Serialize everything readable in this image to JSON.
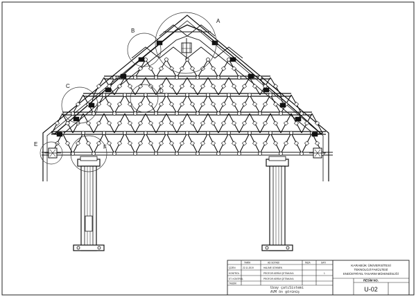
{
  "detail_labels": {
    "a": "A",
    "b": "B",
    "c": "C",
    "d": "D",
    "e": "E",
    "f": "F"
  },
  "title_block": {
    "col_headers": {
      "date": "TARİH",
      "name": "AD SOYADI",
      "signature": "İMZA",
      "scale": "SAYI"
    },
    "rows": [
      {
        "label": "ÇİZEN",
        "date": "22.11.2019",
        "name": "HALİME GÖKMEN"
      },
      {
        "label": "KONTROL",
        "date": "",
        "name": "PROF.DR.KERİM ÇETİNKAYA"
      },
      {
        "label": "ST. KONTROL",
        "date": "",
        "name": "PROF.DR.KERİM ÇETİNKAYA"
      },
      {
        "label": "TASDİK",
        "date": "",
        "name": ""
      }
    ],
    "scale_value": "1",
    "university_lines": [
      "KARABÜK ÜNİVERSİTESİ",
      "TEKNOLOJİ FAKÜLTESİ",
      "ENDÜSTRİYEL TASARIM MÜHENDİSLİĞİ"
    ],
    "drawing_no_label": "RESİM NO.",
    "drawing_no": "U-02",
    "bottom_left_lines": [
      "Uzay çatıSistemi",
      "AVM ön görünüş"
    ]
  }
}
